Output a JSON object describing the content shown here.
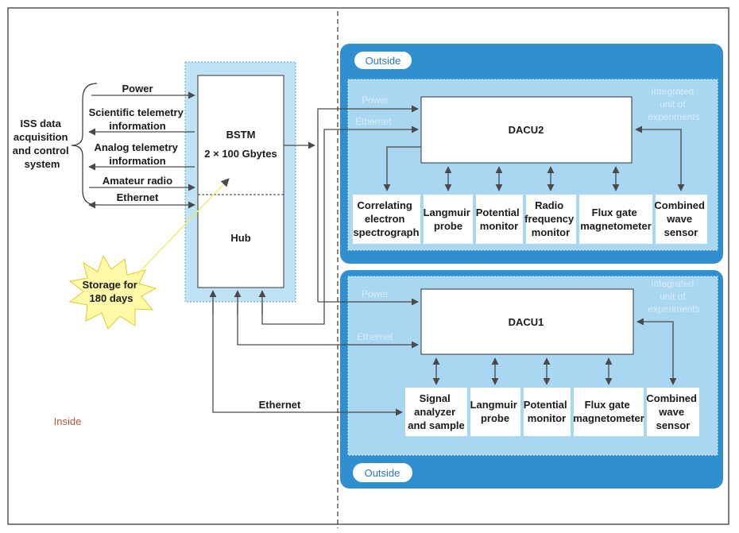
{
  "left": {
    "system_lines": [
      "ISS data",
      "acquisition",
      "and control",
      "system"
    ],
    "power": "Power",
    "sci_telemetry": [
      "Scientific telemetry",
      "information"
    ],
    "analog_telemetry": [
      "Analog telemetry",
      "information"
    ],
    "amateur_radio": "Amateur radio",
    "ethernet": "Ethernet",
    "storage": [
      "Storage for",
      "180 days"
    ],
    "inside": "Inside"
  },
  "bstm": {
    "title": "BSTM",
    "capacity": "2 × 100 Gbytes",
    "hub": "Hub"
  },
  "outside_label": "Outside",
  "unit_lines": [
    "Integrated",
    "unit of",
    "experiments"
  ],
  "power_label": "Power",
  "ethernet_label": "Ethernet",
  "bottom_ethernet": "Ethernet",
  "dacu2": {
    "title": "DACU2",
    "instruments": [
      [
        "Correlating",
        "electron",
        "spectrograph"
      ],
      [
        "Langmuir",
        "probe"
      ],
      [
        "Potential",
        "monitor"
      ],
      [
        "Radio",
        "frequency",
        "monitor"
      ],
      [
        "Flux gate",
        "magnetometer"
      ],
      [
        "Combined",
        "wave",
        "sensor"
      ]
    ]
  },
  "dacu1": {
    "title": "DACU1",
    "instruments": [
      [
        "Signal",
        "analyzer",
        "and sample"
      ],
      [
        "Langmuir",
        "probe"
      ],
      [
        "Potential",
        "monitor"
      ],
      [
        "Flux gate",
        "magnetometer"
      ],
      [
        "Combined",
        "wave",
        "sensor"
      ]
    ]
  },
  "colors": {
    "panel_blue": "#2f8fcf",
    "panel_inner": "#a9d6f1",
    "bstm_bg": "#bfe3f5",
    "starburst": "#fff9a8",
    "inside_text": "#b5563a"
  }
}
